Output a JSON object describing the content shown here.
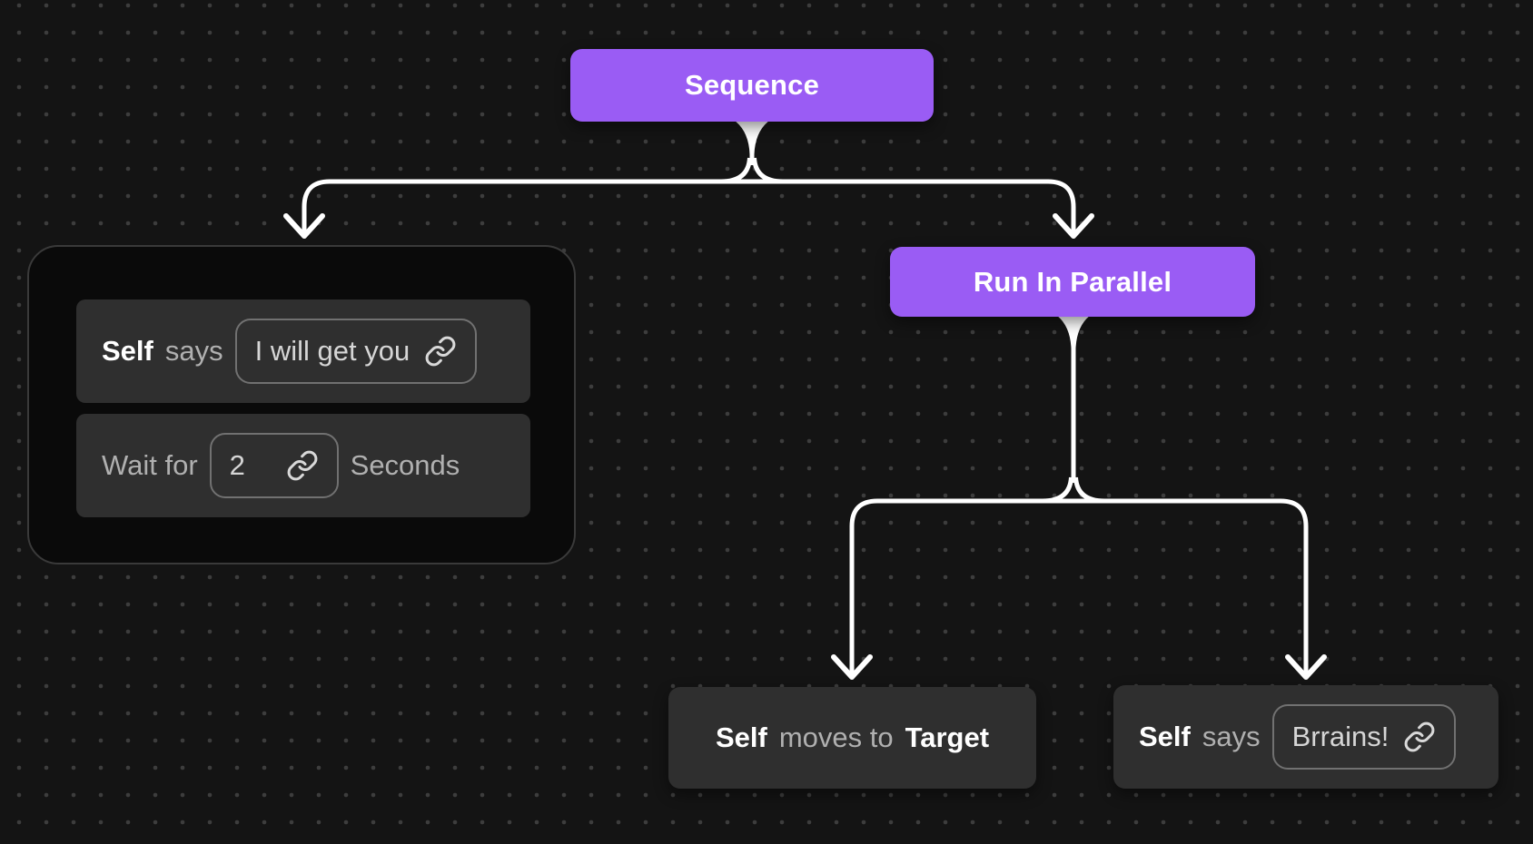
{
  "colors": {
    "canvas-bg": "#141414",
    "dot": "#3d3d3d",
    "accent": "#9a5cf4",
    "node-bg": "#2f2f2f",
    "group-bg": "#0a0a0a",
    "group-border": "#3a3a3a",
    "input-border": "#717171",
    "edge": "#ffffff",
    "text-primary": "#ffffff",
    "text-secondary": "#b0b0b0",
    "text-value": "#d6d6d6"
  },
  "nodes": {
    "sequence": {
      "label": "Sequence"
    },
    "run_in_parallel": {
      "label": "Run In Parallel"
    },
    "say_action": {
      "subject": "Self",
      "verb": "says",
      "value": "I will get you",
      "icon": "link-icon"
    },
    "wait_action": {
      "label_before": "Wait for",
      "value": "2",
      "label_after": "Seconds",
      "icon": "link-icon"
    },
    "move_action": {
      "subject": "Self",
      "verb": "moves to",
      "object": "Target"
    },
    "say_brains_action": {
      "subject": "Self",
      "verb": "says",
      "value": "Brrains!",
      "icon": "link-icon"
    }
  }
}
